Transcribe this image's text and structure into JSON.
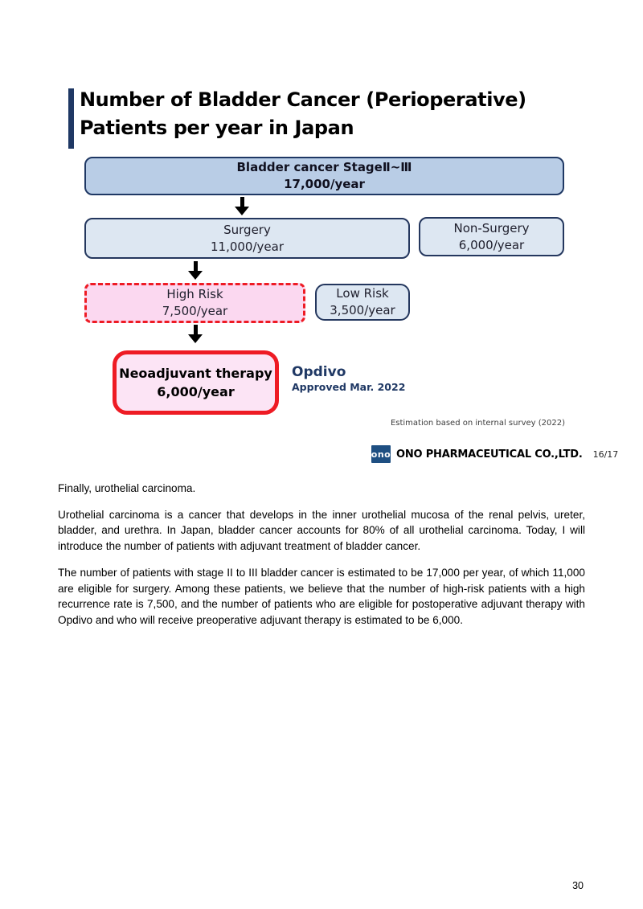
{
  "slide": {
    "title_line1": "Number of Bladder Cancer (Perioperative)",
    "title_line2": "Patients per year in Japan",
    "flowchart": {
      "stage_box": {
        "line1": "Bladder cancer  StageⅡ~Ⅲ",
        "line2": "17,000/year"
      },
      "surgery_box": {
        "line1": "Surgery",
        "line2": "11,000/year"
      },
      "non_surgery_box": {
        "line1": "Non-Surgery",
        "line2": "6,000/year"
      },
      "high_risk_box": {
        "line1": "High Risk",
        "line2": "7,500/year"
      },
      "low_risk_box": {
        "line1": "Low Risk",
        "line2": "3,500/year"
      },
      "neoadjuvant_box": {
        "line1": "Neoadjuvant therapy",
        "line2": "6,000/year"
      },
      "opdivo": {
        "name": "Opdivo",
        "approval": "Approved Mar. 2022"
      }
    },
    "estimation_note": "Estimation based on internal survey (2022)",
    "footer": {
      "logo_text": "ono",
      "company": "ONO PHARMACEUTICAL CO.,LTD.",
      "slide_number": "16/17"
    },
    "colors": {
      "navy_border": "#1f3864",
      "stage_fill": "#b9cde6",
      "light_fill": "#dde7f2",
      "pink_fill": "#fbd8f0",
      "red_border": "#ee1b24"
    }
  },
  "transcript": {
    "p1": "Finally, urothelial carcinoma.",
    "p2": "Urothelial carcinoma is a cancer that develops in the inner urothelial mucosa of the renal pelvis, ureter, bladder, and urethra. In Japan, bladder cancer accounts for 80% of all urothelial carcinoma. Today, I will introduce the number of patients with adjuvant treatment of bladder cancer.",
    "p3": "The number of patients with stage II to III bladder cancer is estimated to be 17,000 per year, of which 11,000 are eligible for surgery. Among these patients, we believe that the number of high-risk patients with a high recurrence rate is 7,500, and the number of patients who are eligible for postoperative adjuvant therapy with Opdivo and who will receive preoperative adjuvant therapy is estimated to be 6,000."
  },
  "page": {
    "number": "30"
  }
}
